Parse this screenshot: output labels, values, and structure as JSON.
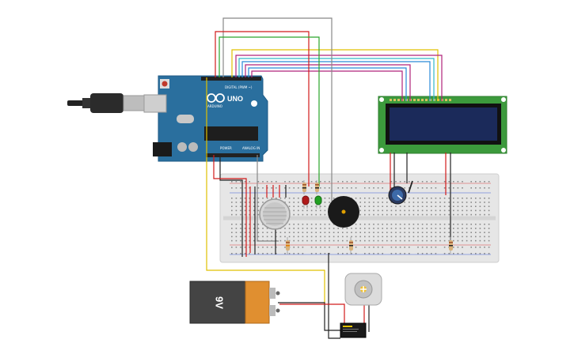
{
  "arduino": {
    "brand": "ARDUINO",
    "model": "UNO",
    "digital_label": "DIGITAL (PWM ~)",
    "power_label": "POWER",
    "analog_label": "ANALOG IN"
  },
  "battery": {
    "label": "9V"
  },
  "colors": {
    "board": "#2a6f9e",
    "breadboard": "#e6e6e6",
    "lcd_pcb": "#3c9a3c",
    "lcd_screen": "#1b2a5a",
    "wire_red": "#d11a1a",
    "wire_green": "#2aa52a",
    "wire_yellow": "#e0c000",
    "wire_blue": "#2a8ad8",
    "wire_cyan": "#32b7c8",
    "wire_magenta": "#b0237a",
    "wire_black": "#222222",
    "wire_gray": "#888888",
    "battery_body": "#444444",
    "battery_cap": "#e08f30"
  },
  "icons": {
    "usb_cable": "usb-cable-icon",
    "gas_sensor": "gas-sensor-icon",
    "buzzer": "piezo-buzzer-icon",
    "potentiometer": "potentiometer-icon",
    "dc_motor": "dc-motor-icon",
    "relay": "relay-icon"
  }
}
